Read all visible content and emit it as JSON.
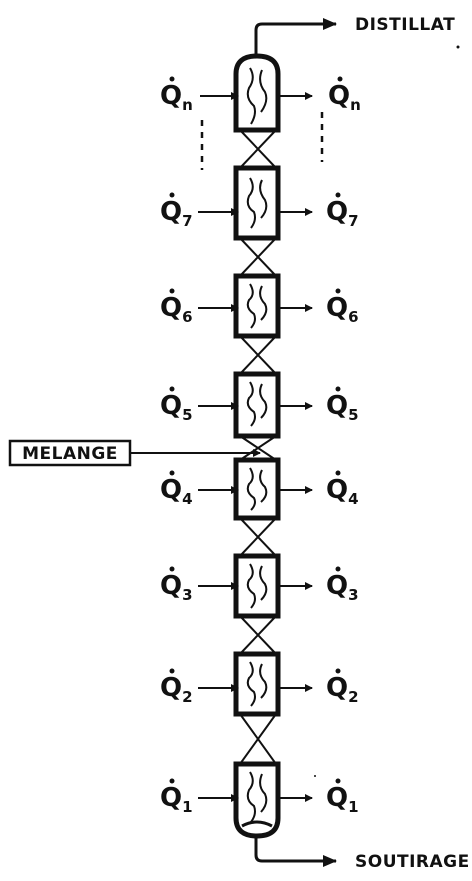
{
  "diagram": {
    "outputs": {
      "top": "DISTILLAT",
      "bottom": "SOUTIRAGE"
    },
    "feed": "MELANGE",
    "heat_symbol": "Q",
    "stages": [
      {
        "sub": "n"
      },
      {
        "sub": "7"
      },
      {
        "sub": "6"
      },
      {
        "sub": "5"
      },
      {
        "sub": "4"
      },
      {
        "sub": "3"
      },
      {
        "sub": "2"
      },
      {
        "sub": "1"
      }
    ],
    "colors": {
      "ink": "#111111",
      "background": "#ffffff"
    }
  }
}
